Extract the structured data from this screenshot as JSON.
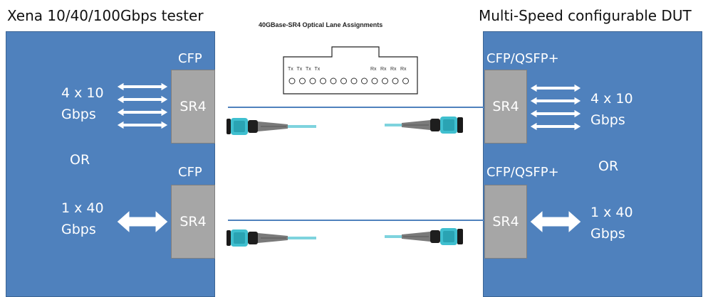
{
  "titles": {
    "left": "Xena 10/40/100Gbps tester",
    "right": "Multi-Speed configurable DUT"
  },
  "left": {
    "port_top": "CFP",
    "port_bottom": "CFP",
    "module_top": "SR4",
    "module_bottom": "SR4",
    "speed_top_line1": "4 x 10",
    "speed_top_line2": "Gbps",
    "or": "OR",
    "speed_bottom_line1": "1 x 40",
    "speed_bottom_line2": "Gbps"
  },
  "right": {
    "port_top": "CFP/QSFP+",
    "port_bottom": "CFP/QSFP+",
    "module_top": "SR4",
    "module_bottom": "SR4",
    "speed_top_line1": "4 x 10",
    "speed_top_line2": "Gbps",
    "or": "OR",
    "speed_bottom_line1": "1 x 40",
    "speed_bottom_line2": "Gbps"
  },
  "lane_diagram": {
    "title": "40GBase-SR4 Optical Lane Assignments",
    "tx_labels": [
      "Tx",
      "Tx",
      "Tx",
      "Tx"
    ],
    "rx_labels": [
      "Rx",
      "Rx",
      "Rx",
      "Rx"
    ],
    "fiber_count": 12
  },
  "colors": {
    "panel": "#4f81bd",
    "module": "#a6a6a6",
    "connector_aqua": "#3fbfcf",
    "fiber": "#4f81bd"
  }
}
